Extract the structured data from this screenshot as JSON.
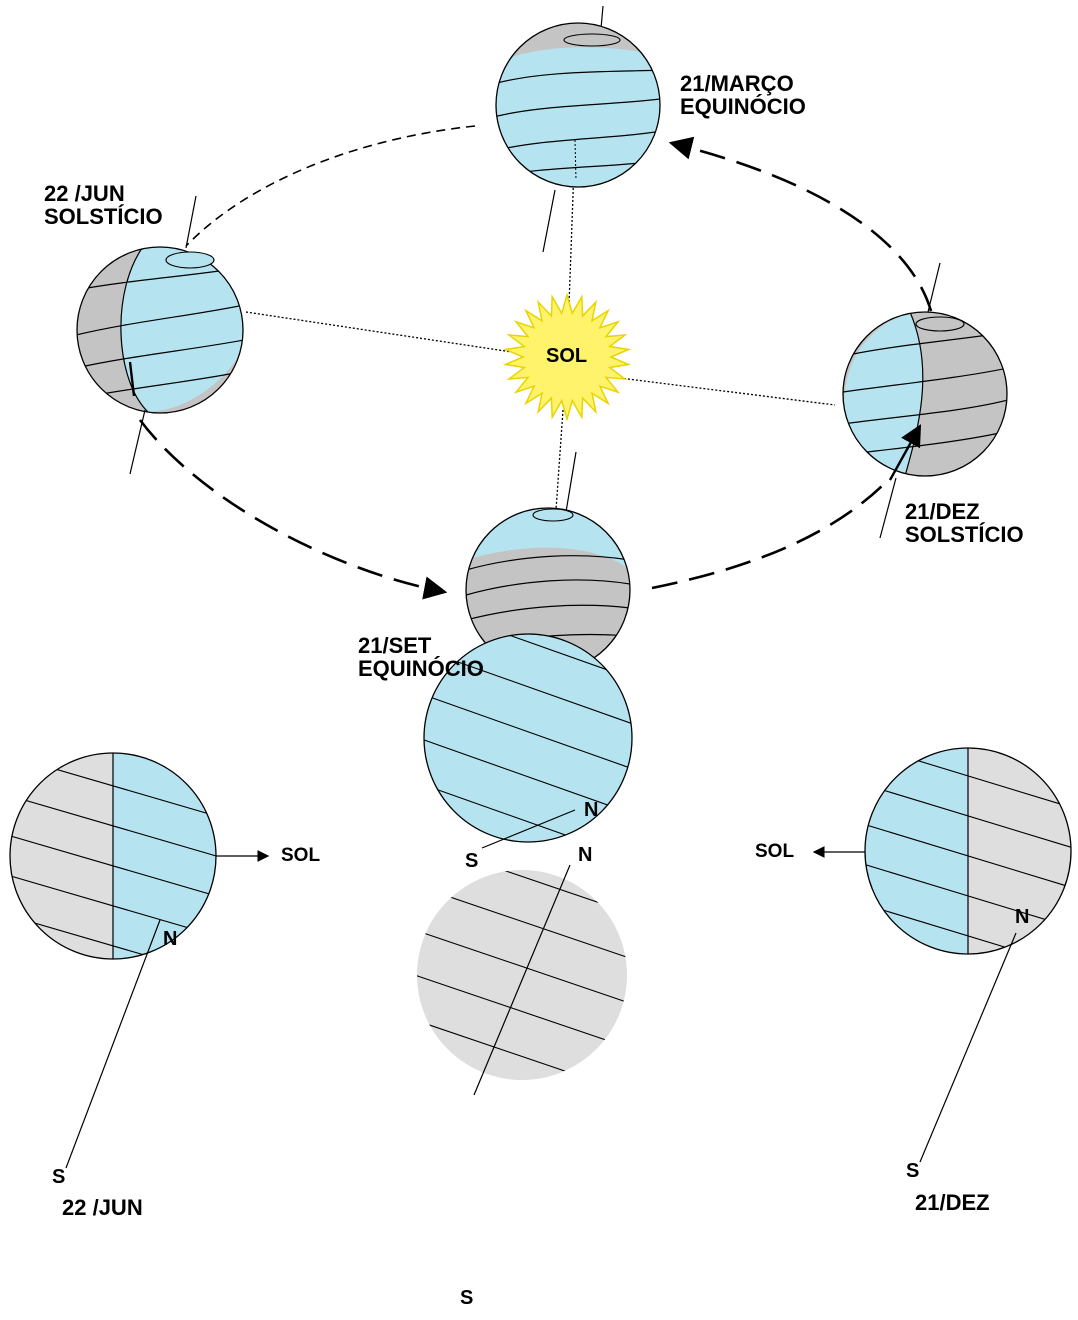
{
  "orbit": {
    "march": {
      "line1": "21/MARÇO",
      "line2": "EQUINÓCIO"
    },
    "june": {
      "line1": "22 /JUN",
      "line2": "SOLSTÍCIO"
    },
    "december": {
      "line1": "21/DEZ",
      "line2": "SOLSTÍCIO"
    },
    "september": {
      "line1": "21/SET",
      "line2": "EQUINÓCIO"
    },
    "sun_label": "SOL"
  },
  "views": {
    "june": {
      "north": "N",
      "south": "S",
      "sun": "SOL",
      "date": "22 /JUN"
    },
    "equinox_lit": {
      "north": "N",
      "south": "S"
    },
    "equinox_dark": {
      "north": "N",
      "south": "S"
    },
    "december": {
      "north": "N",
      "south": "S",
      "sun": "SOL",
      "date": "21/DEZ"
    }
  },
  "colors": {
    "day_side": "#b5e3f0",
    "night_side_orbit": "#c4c4c4",
    "night_side_detail": "#dedede",
    "sun_fill": "#fff36b",
    "sun_stroke": "#e8d400",
    "line": "#000000"
  }
}
